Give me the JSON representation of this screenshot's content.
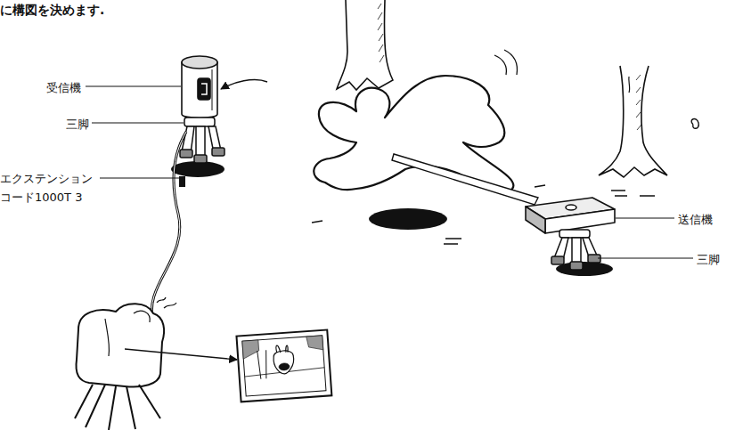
{
  "diagram": {
    "labels": [
      "に構図を決めます.",
      "受信機",
      "三脚",
      "エクステンション コード1000T 3",
      "送信機",
      "三脚"
    ]
  }
}
